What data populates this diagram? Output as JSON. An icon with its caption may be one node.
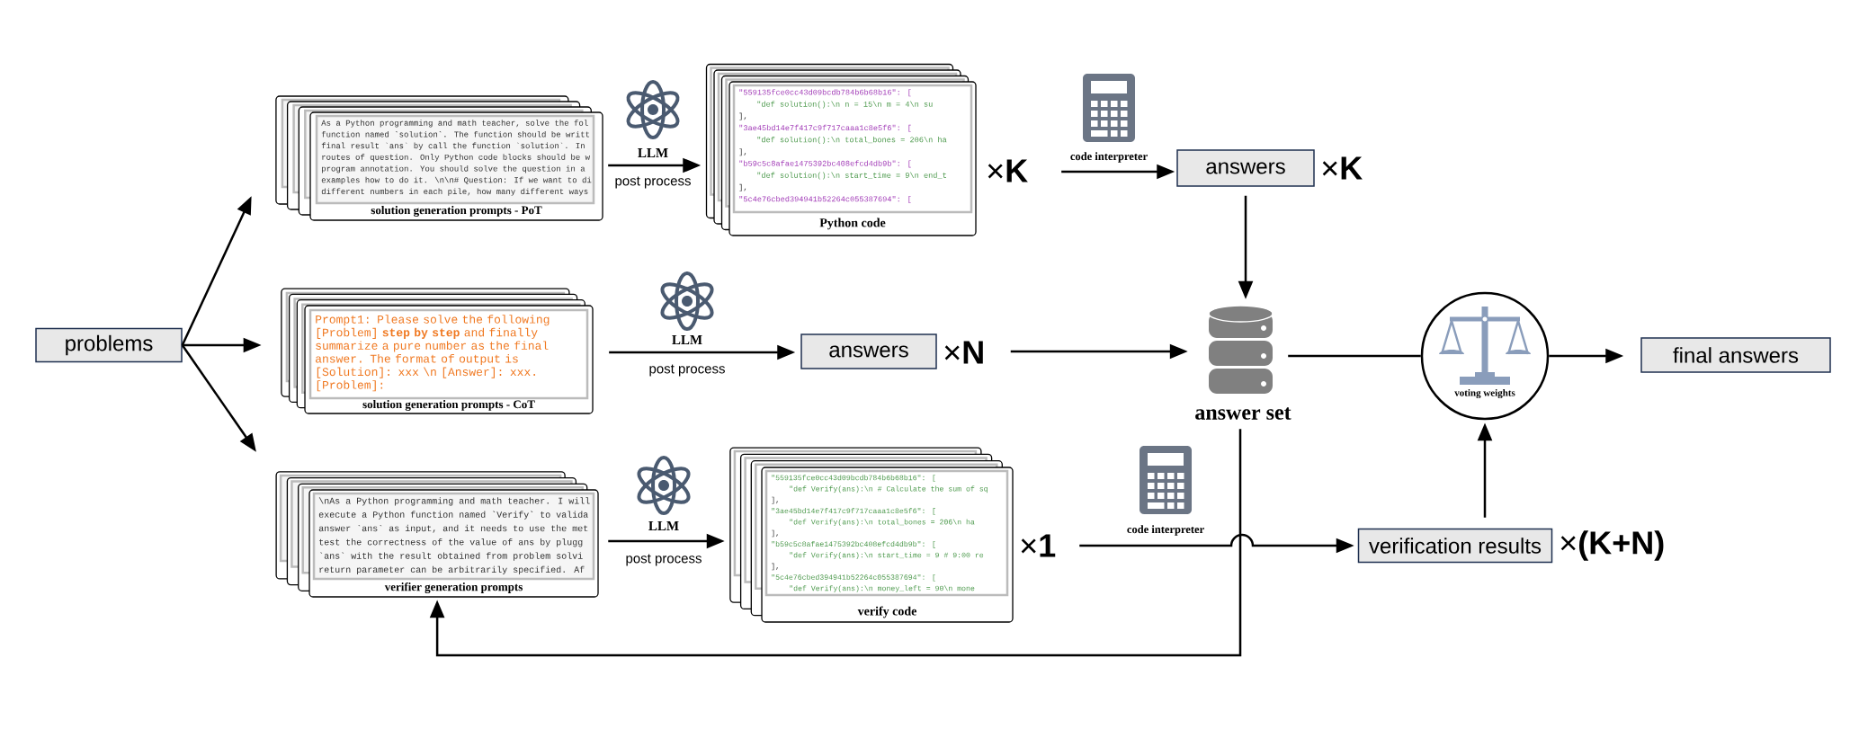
{
  "diagram": {
    "nodes": [
      {
        "text": [
          "problems"
        ]
      },
      {
        "text": [
          "As a Python programming and math teacher, solve the fol",
          "function named `solution`. The function should be writt",
          "final result `ans` by call the function `solution`. In",
          "routes of question. Only Python code blocks should be w",
          "program annotation. You should solve the question in a",
          "examples how to do it. \\n\\n# Question: If we want to di",
          "different numbers in each pile, how many different ways",
          "solution generation prompts - PoT"
        ]
      },
      {
        "text": [
          "\"559135fce0cc43d09bcdb784b6b68b16\": [",
          "\"def solution():\\n n = 15\\n m = 4\\n su",
          "],",
          "\"3ae45bd14e7f417c9f717caaa1c8e5f6\": [",
          "\"def solution():\\n total_bones = 206\\n ha",
          "],",
          "\"b59c5c8afae1475392bc408efcd4db9b\": [",
          "\"def solution():\\n start_time = 9\\n end_t",
          "],",
          "\"5c4e76cbed394941b52264c055387694\": [",
          "Python code"
        ],
        "beside": [
          "×**K**"
        ]
      },
      {
        "text": [
          "answers"
        ],
        "beside": [
          "×**K**"
        ]
      },
      {
        "text": [
          "Prompt1: Please solve the following [Problem] **step by step** and finally summarize a pure number as the final answer. The format of output is [Solution]: xxx \\n [Answer]: xxx. [Problem]:",
          "solution generation prompts - CoT"
        ]
      },
      {
        "text": [
          "answers"
        ],
        "beside": [
          "×**N**"
        ]
      },
      {
        "text": [
          "answer set"
        ]
      },
      {
        "text": [
          "voting weights"
        ]
      },
      {
        "text": [
          "final answers"
        ]
      },
      {
        "text": [
          "\\nAs a Python programming and math teacher. I will",
          "execute a Python function named `Verify` to valida",
          "answer `ans` as input, and it needs to use the met",
          "test the correctness of the value of ans by plugg",
          "`ans` with the result obtained from problem solvi",
          "return parameter can be arbitrarily specified. Af",
          "verifier generation prompts"
        ]
      },
      {
        "text": [
          "\"559135fce0cc43d09bcdb784b6b68b16\": [",
          "\"def Verify(ans):\\n # Calculate the sum of sq",
          "],",
          "\"3ae45bd14e7f417c9f717caaa1c8e5f6\": [",
          "\"def Verify(ans):\\n total_bones = 206\\n ha",
          "],",
          "\"b59c5c8afae1475392bc408efcd4db9b\": [",
          "\"def Verify(ans):\\n start_time = 9 # 9:00 re",
          "],",
          "\"5c4e76cbed394941b52264c055387694\": [",
          "\"def Verify(ans):\\n money_left = 90\\n mone",
          "verify code"
        ],
        "beside": [
          "×**1**"
        ]
      },
      {
        "text": [
          "verification results"
        ],
        "beside": [
          "×**(K+N)**"
        ]
      }
    ],
    "edges": [
      {
        "from": 0,
        "to": 1,
        "arrow": "to"
      },
      {
        "from": 0,
        "to": 4,
        "arrow": "to"
      },
      {
        "from": 0,
        "to": 9,
        "arrow": "to"
      },
      {
        "from": 1,
        "to": 2,
        "arrow": "to",
        "label": "post process"
      },
      {
        "from": 2,
        "to": 3,
        "arrow": "to",
        "label": "code interpreter"
      },
      {
        "from": 3,
        "to": 6,
        "arrow": "to"
      },
      {
        "from": 4,
        "to": 5,
        "arrow": "to",
        "label": "post process"
      },
      {
        "from": 5,
        "to": 6,
        "arrow": "to"
      },
      {
        "from": 6,
        "to": 7,
        "arrow": "none"
      },
      {
        "from": 7,
        "to": 8,
        "arrow": "to"
      },
      {
        "from": 9,
        "to": 10,
        "arrow": "to",
        "label": "post process"
      },
      {
        "from": 10,
        "to": 11,
        "arrow": "to",
        "label": "code interpreter"
      },
      {
        "from": 11,
        "to": 7,
        "arrow": "to"
      },
      {
        "from": 6,
        "to": 9,
        "arrow": "to"
      }
    ],
    "labels": [
      "LLM",
      "LLM",
      "LLM"
    ]
  }
}
